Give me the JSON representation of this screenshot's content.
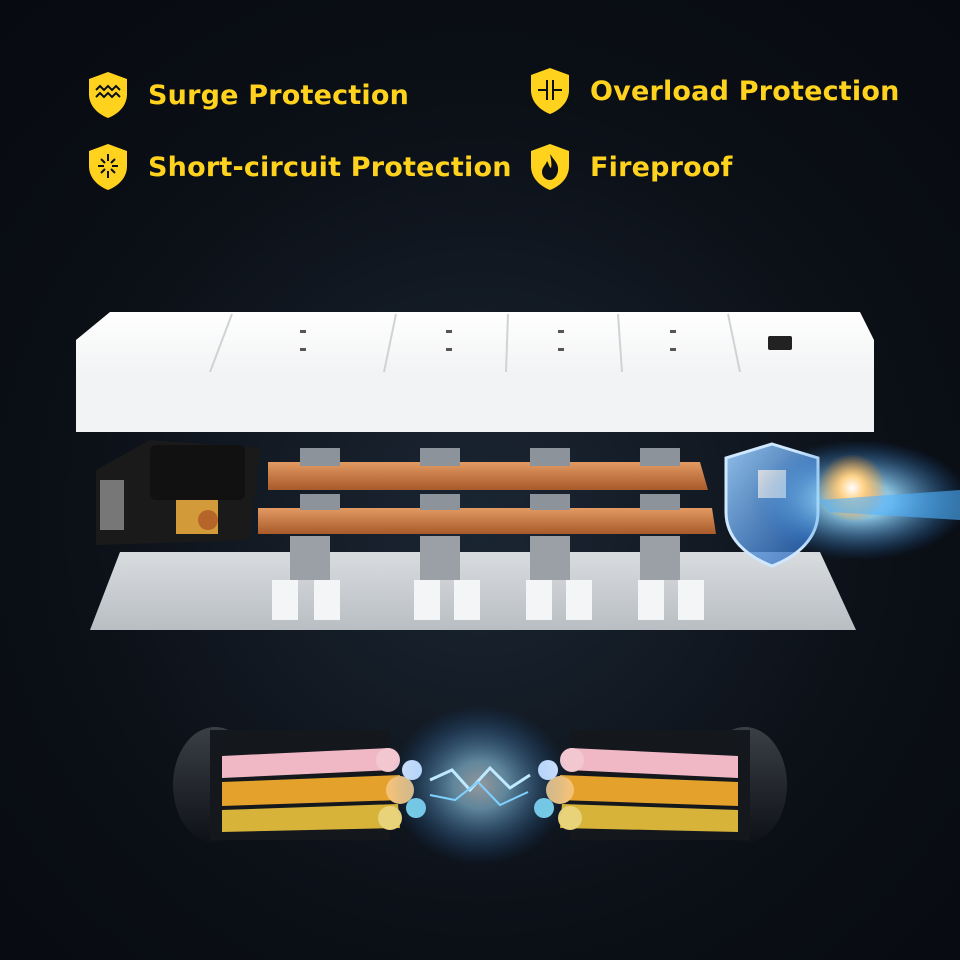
{
  "features": [
    {
      "label": "Surge Protection",
      "icon": "surge-wave-icon"
    },
    {
      "label": "Overload Protection",
      "icon": "overload-plug-icon"
    },
    {
      "label": "Short-circuit Protection",
      "icon": "spark-icon"
    },
    {
      "label": "Fireproof",
      "icon": "flame-icon"
    }
  ],
  "colors": {
    "accent": "#ffd21e",
    "background": "#0b0f16",
    "copper": "#c9773f",
    "spark": "#7fd0ff"
  }
}
